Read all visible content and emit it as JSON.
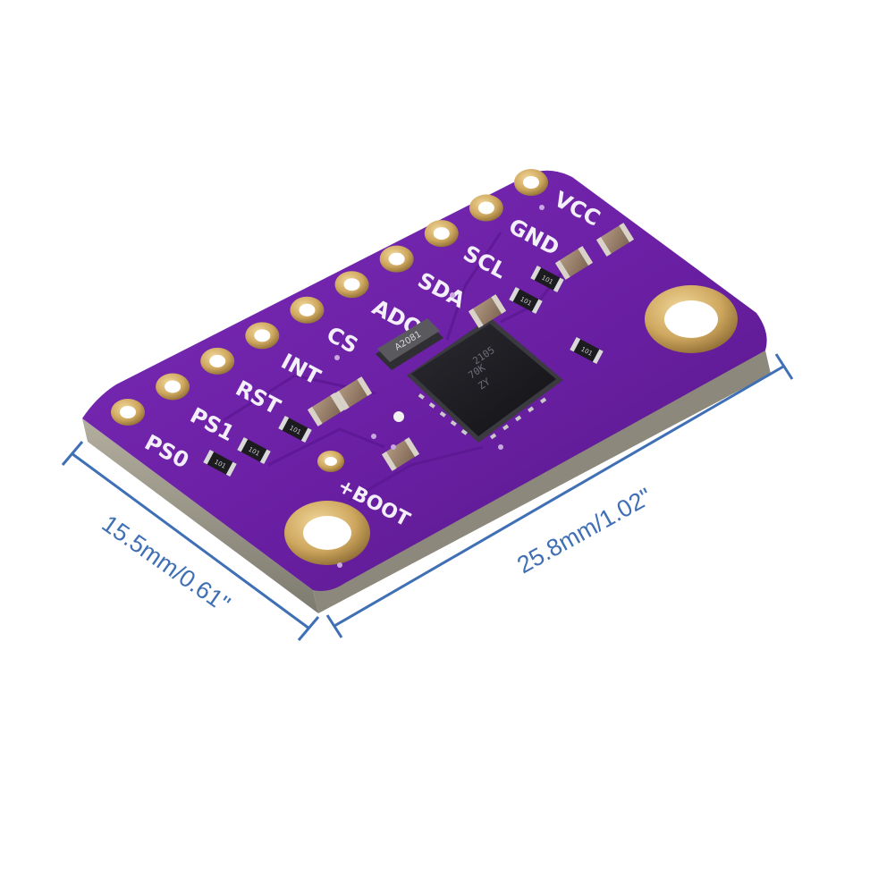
{
  "pins": [
    "VCC",
    "GND",
    "SCL",
    "SDA",
    "ADO",
    "CS",
    "INT",
    "RST",
    "PS1",
    "PS0"
  ],
  "boot_label": "+BOOT",
  "crystal_marking": "A2081",
  "chip_marking": [
    "2105",
    "70K",
    "ZY"
  ],
  "resistor_marking": "101",
  "dimensions": {
    "width": "15.5mm/0.61\"",
    "length": "25.8mm/1.02\""
  },
  "colors": {
    "board": "#6a1fa3",
    "board_edge": "#9b9787",
    "pad_gold": "#d4b06a",
    "dimension_blue": "#3f6fb5"
  }
}
